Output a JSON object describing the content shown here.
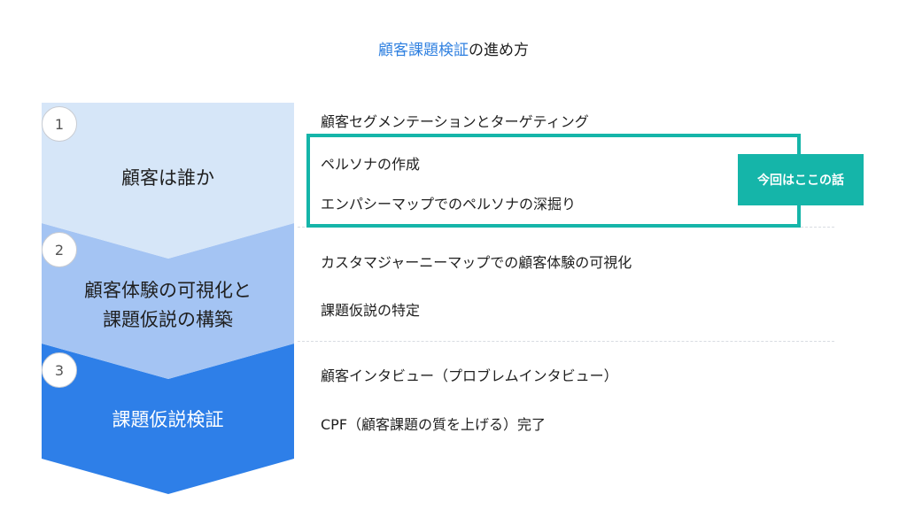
{
  "title": {
    "highlight": "顧客課題検証",
    "rest": "の進め方"
  },
  "colors": {
    "stage1": "#d6e6f8",
    "stage2": "#a4c4f3",
    "stage3": "#2e7fe8",
    "focus": "#15b5a9",
    "title_highlight": "#2f80e0"
  },
  "stages": [
    {
      "number": "1",
      "label_lines": [
        "顧客は誰か"
      ]
    },
    {
      "number": "2",
      "label_lines": [
        "顧客体験の可視化と",
        "課題仮説の構築"
      ]
    },
    {
      "number": "3",
      "label_lines": [
        "課題仮説検証"
      ]
    }
  ],
  "items": [
    "顧客セグメンテーションとターゲティング",
    "ペルソナの作成",
    "エンパシーマップでのペルソナの深掘り",
    "カスタマジャーニーマップでの顧客体験の可視化",
    "課題仮説の特定",
    "顧客インタビュー（プロブレムインタビュー）",
    "CPF（顧客課題の質を上げる）完了"
  ],
  "badge": {
    "label": "今回はここの話"
  }
}
